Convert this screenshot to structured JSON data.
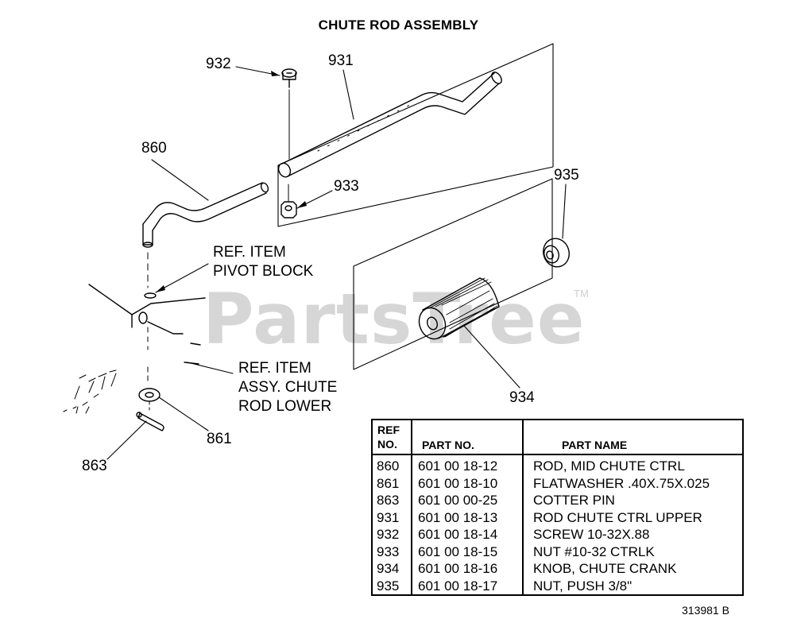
{
  "title": "CHUTE ROD ASSEMBLY",
  "watermark": {
    "text": "PartsTree",
    "tm": "TM"
  },
  "callouts": {
    "c931": "931",
    "c932": "932",
    "c860": "860",
    "c933": "933",
    "c935": "935",
    "c934": "934",
    "c861": "861",
    "c863": "863"
  },
  "notes": {
    "pivot_line1": "REF. ITEM",
    "pivot_line2": "PIVOT BLOCK",
    "chute_line1": "REF. ITEM",
    "chute_line2": "ASSY. CHUTE",
    "chute_line3": "ROD LOWER"
  },
  "parts_table": {
    "headers": {
      "ref_line1": "REF",
      "ref_line2": "NO.",
      "part_no": "PART NO.",
      "part_name": "PART NAME"
    },
    "rows": [
      {
        "ref": "860",
        "part_no": "601 00 18-12",
        "name": "ROD, MID CHUTE CTRL"
      },
      {
        "ref": "861",
        "part_no": "601 00 18-10",
        "name": "FLATWASHER .40X.75X.025"
      },
      {
        "ref": "863",
        "part_no": "601 00 00-25",
        "name": "COTTER PIN"
      },
      {
        "ref": "931",
        "part_no": "601 00 18-13",
        "name": "ROD CHUTE CTRL UPPER"
      },
      {
        "ref": "932",
        "part_no": "601 00 18-14",
        "name": "SCREW 10-32X.88"
      },
      {
        "ref": "933",
        "part_no": "601 00 18-15",
        "name": "NUT #10-32 CTRLK"
      },
      {
        "ref": "934",
        "part_no": "601 00 18-16",
        "name": "KNOB, CHUTE CRANK"
      },
      {
        "ref": "935",
        "part_no": "601 00 18-17",
        "name": "NUT, PUSH 3/8\""
      }
    ]
  },
  "drawing_number": "313981 B"
}
